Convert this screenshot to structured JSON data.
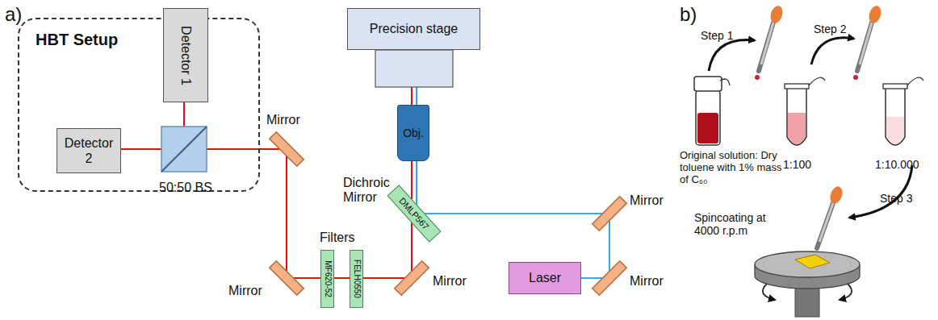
{
  "diagram": {
    "nodes": [
      {
        "text": [
          "HBT Setup"
        ]
      },
      {
        "text": [
          "Detector 1"
        ],
        "in": 0
      },
      {
        "text": [
          "Detector 2"
        ],
        "in": 0
      },
      {
        "text": [
          "Precision stage"
        ]
      },
      {
        "text": [
          "Obj."
        ]
      },
      {
        "text": [
          "DMLP567"
        ]
      },
      {
        "text": [
          "MF620-52"
        ]
      },
      {
        "text": [
          "FELH0550"
        ]
      },
      {
        "text": [
          "Laser"
        ]
      }
    ],
    "labels": [
      "a)",
      "50:50 BS",
      "Mirror",
      "Mirror",
      "Mirror",
      "Mirror",
      "Mirror",
      "Dichroic Mirror",
      "Filters",
      "b)",
      "Step 1",
      "Step 2",
      "Step 3",
      "Original solution: Dry toluene with 1% mass of C₆₀",
      "1:100",
      "1:10.000",
      "Spincoating at 4000 r.p.m"
    ]
  }
}
